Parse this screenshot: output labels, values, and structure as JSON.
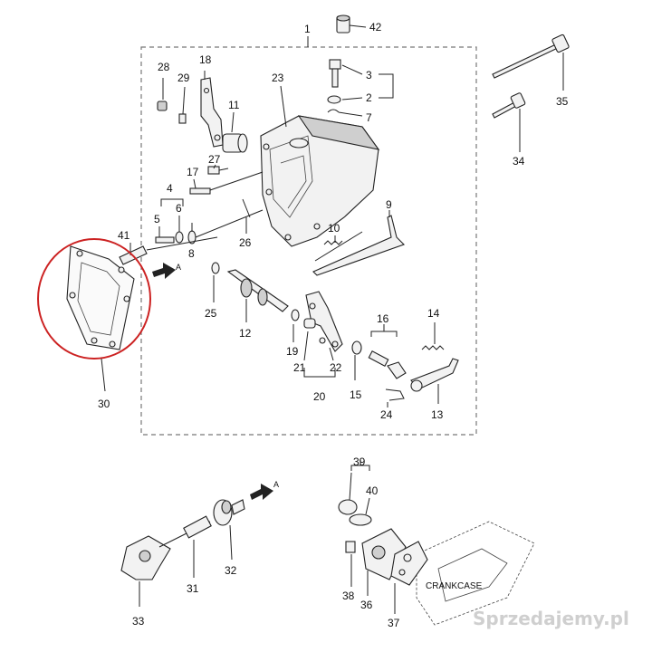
{
  "callouts": {
    "c1": "1",
    "c2": "2",
    "c3": "3",
    "c4": "4",
    "c5": "5",
    "c6": "6",
    "c7": "7",
    "c8": "8",
    "c9": "9",
    "c10": "10",
    "c11": "11",
    "c12": "12",
    "c13": "13",
    "c14": "14",
    "c15": "15",
    "c16": "16",
    "c17": "17",
    "c18": "18",
    "c19": "19",
    "c20": "20",
    "c21": "21",
    "c22": "22",
    "c23": "23",
    "c24": "24",
    "c25": "25",
    "c26": "26",
    "c27": "27",
    "c28": "28",
    "c29": "29",
    "c30": "30",
    "c31": "31",
    "c32": "32",
    "c33": "33",
    "c34": "34",
    "c35": "35",
    "c36": "36",
    "c37": "37",
    "c38": "38",
    "c39": "39",
    "c40": "40",
    "c41": "41",
    "c42": "42"
  },
  "arrow_marks": {
    "upper": "A",
    "lower": "A"
  },
  "crankcase_label": "CRANKCASE",
  "watermark": "Sprzedajemy.pl",
  "highlight_color": "#cc2222"
}
